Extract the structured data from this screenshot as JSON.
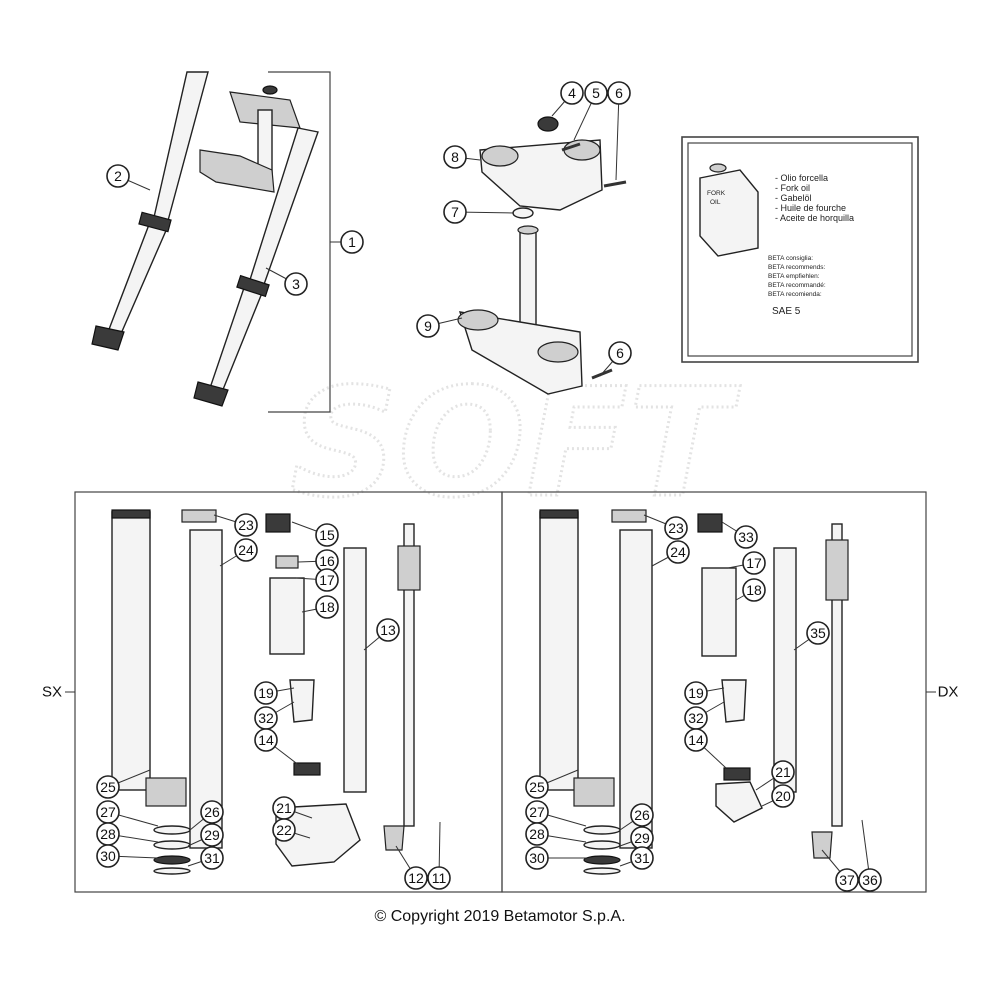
{
  "diagram": {
    "callouts_top": [
      "1",
      "2",
      "3",
      "4",
      "5",
      "6",
      "7",
      "8",
      "9",
      "6"
    ],
    "callouts_left": [
      "23",
      "15",
      "24",
      "16",
      "17",
      "18",
      "13",
      "19",
      "32",
      "14",
      "25",
      "21",
      "27",
      "26",
      "22",
      "28",
      "29",
      "30",
      "31",
      "12",
      "11"
    ],
    "callouts_right": [
      "23",
      "33",
      "24",
      "17",
      "18",
      "35",
      "19",
      "32",
      "14",
      "21",
      "25",
      "20",
      "27",
      "26",
      "28",
      "29",
      "30",
      "31",
      "37",
      "36"
    ],
    "side_labels": {
      "left": "SX",
      "right": "DX"
    },
    "oil_box": {
      "can_label": [
        "FORK",
        "OIL"
      ],
      "oil_names": [
        "- Olio forcella",
        "- Fork oil",
        "- Gabelöl",
        "- Huile de fourche",
        "- Aceite de horquilla"
      ],
      "recommend": [
        "BETA consiglia:",
        "BETA recommends:",
        "BETA empfiehlen:",
        "BETA recommandé:",
        "BETA recomienda:"
      ],
      "grade": "SAE 5"
    },
    "watermark": "SOFT"
  },
  "copyright": "© Copyright 2019 Betamotor S.p.A."
}
